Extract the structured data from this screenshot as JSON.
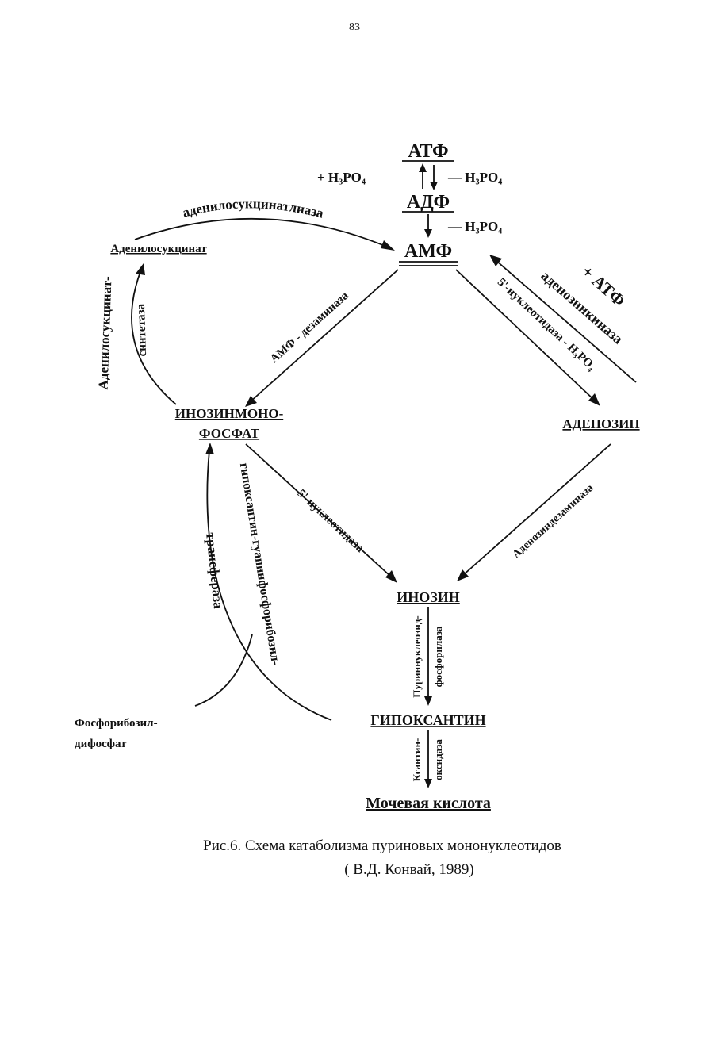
{
  "page_number": "83",
  "nodes": {
    "atp": "АТФ",
    "adp": "АДФ",
    "amp": "АМФ",
    "adenylosuccinate": "Аденилосукцинат",
    "imp_line1": "ИНОЗИНМОНО-",
    "imp_line2": "ФОСФАТ",
    "adenosine": "АДЕНОЗИН",
    "inosine": "ИНОЗИН",
    "hypoxanthine": "ГИПОКСАНТИН",
    "uric_acid": "Мочевая кислота",
    "prpp_line1": "Фосфорибозил-",
    "prpp_line2": "дифосфат"
  },
  "reagents": {
    "plus_h3po4": "+ H₃PO₄",
    "minus_h3po4_top": "— H₃PO₄",
    "minus_h3po4_mid": "— H₃PO₄",
    "plus_atp": "+ АТФ"
  },
  "enzymes": {
    "adenylosuccinate_lyase": "аденилосукцинатлиаза",
    "adenylosuccinate_synthetase_1": "Аденилосукцинат-",
    "adenylosuccinate_synthetase_2": "синтетаза",
    "amp_deaminase": "АМФ - дезаминаза",
    "adenosine_kinase": "аденозинкиназа",
    "nucleotidase_amp": "5'-нуклеотидаза - H₃PO₄",
    "nucleotidase_imp": "5'-нуклеотидаза",
    "adenosine_deaminase": "Аденозиндезаминаза",
    "hgprt_1": "гипоксантин-гуанинфосфорибозил-",
    "hgprt_2": "трансфераза",
    "pnp_1": "Пуриннуклеозид-",
    "pnp_2": "фосфорилаза",
    "xo_1": "Ксантин-",
    "xo_2": "оксидаза"
  },
  "caption": {
    "line1": "Рис.6. Схема катаболизма пуриновых мононуклеотидов",
    "line2": "( В.Д. Конвай, 1989)"
  }
}
